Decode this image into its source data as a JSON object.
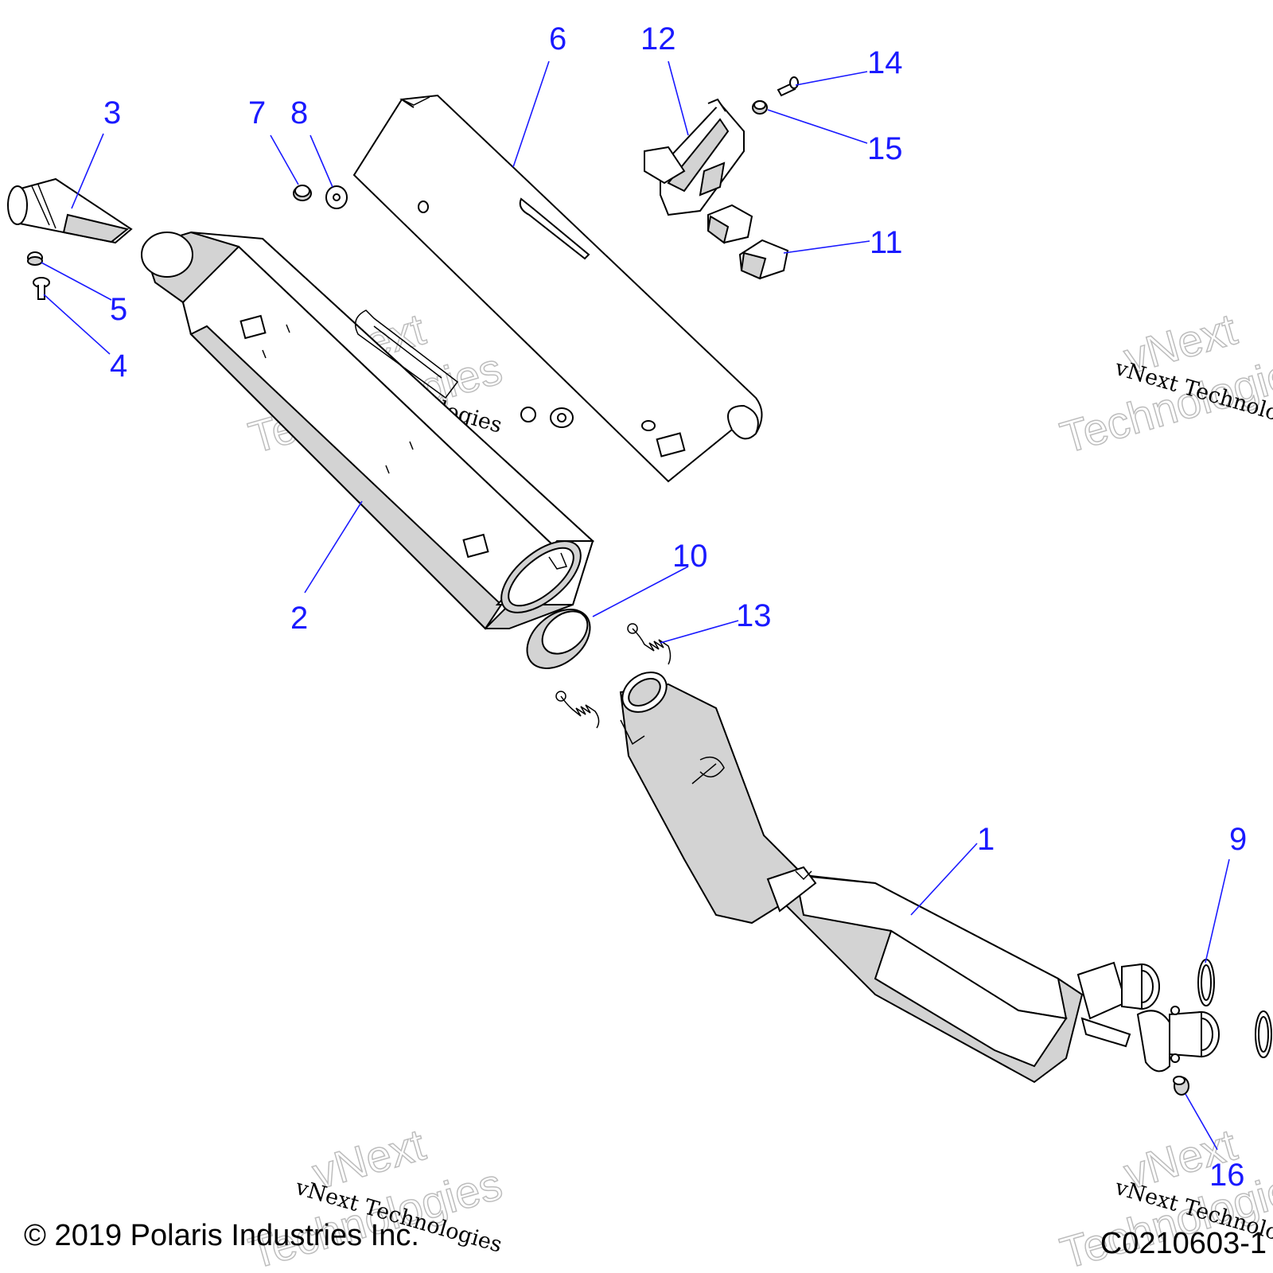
{
  "callouts": [
    "1",
    "2",
    "3",
    "4",
    "5",
    "6",
    "7",
    "8",
    "9",
    "10",
    "11",
    "12",
    "13",
    "14",
    "15",
    "16"
  ],
  "copyright": "© 2019 Polaris Industries Inc.",
  "figure_id": "C0210603-1",
  "watermark": {
    "line1": "vNext Technologies",
    "line2": "vNext",
    "line3": "Technologies"
  },
  "colors": {
    "callout": "#1a1aff",
    "line": "#000000",
    "shade": "#d3d3d3"
  }
}
